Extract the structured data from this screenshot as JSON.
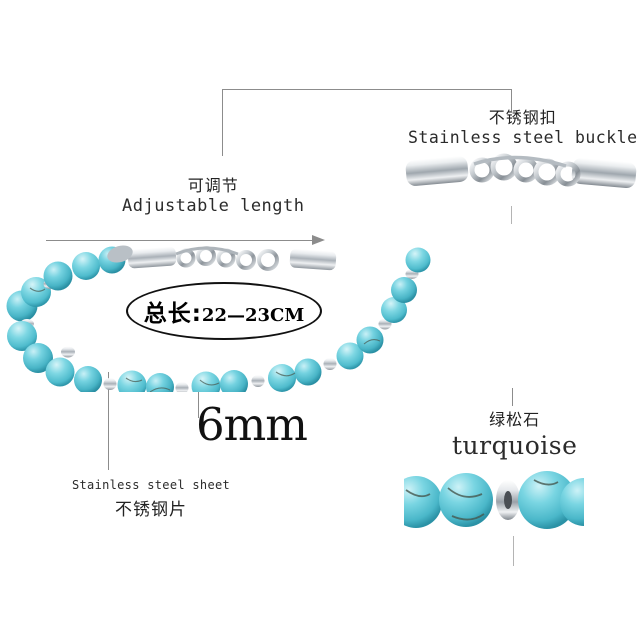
{
  "product": {
    "type": "bracelet-infographic",
    "background_color": "#ffffff"
  },
  "callouts": {
    "buckle": {
      "cn": "不锈钢扣",
      "en": "Stainless steel buckle"
    },
    "adjustable": {
      "cn": "可调节",
      "en": "Adjustable length"
    },
    "sheet": {
      "en": "Stainless steel sheet",
      "cn": "不锈钢片"
    },
    "turquoise": {
      "cn": "绿松石",
      "en": "turquoise"
    },
    "bead_size": "6mm",
    "total_length": {
      "cn": "总长:",
      "value": "22—23CM"
    }
  },
  "colors": {
    "bead_turquoise": "#5fc8d8",
    "bead_turquoise_light": "#9fe2ec",
    "bead_turquoise_dark": "#2f9cb0",
    "bead_vein": "#4a5a52",
    "metal_silver": "#c9ced3",
    "metal_silver_light": "#f2f4f6",
    "metal_silver_dark": "#7d848b",
    "line_gray": "#8c8c8c",
    "text_dark": "#1a1a1a"
  },
  "lines": {
    "bracket_top": "horizontal bracket from buckle label down to bracelet",
    "arrow": "left-to-right measurement arrow across bracelet"
  }
}
